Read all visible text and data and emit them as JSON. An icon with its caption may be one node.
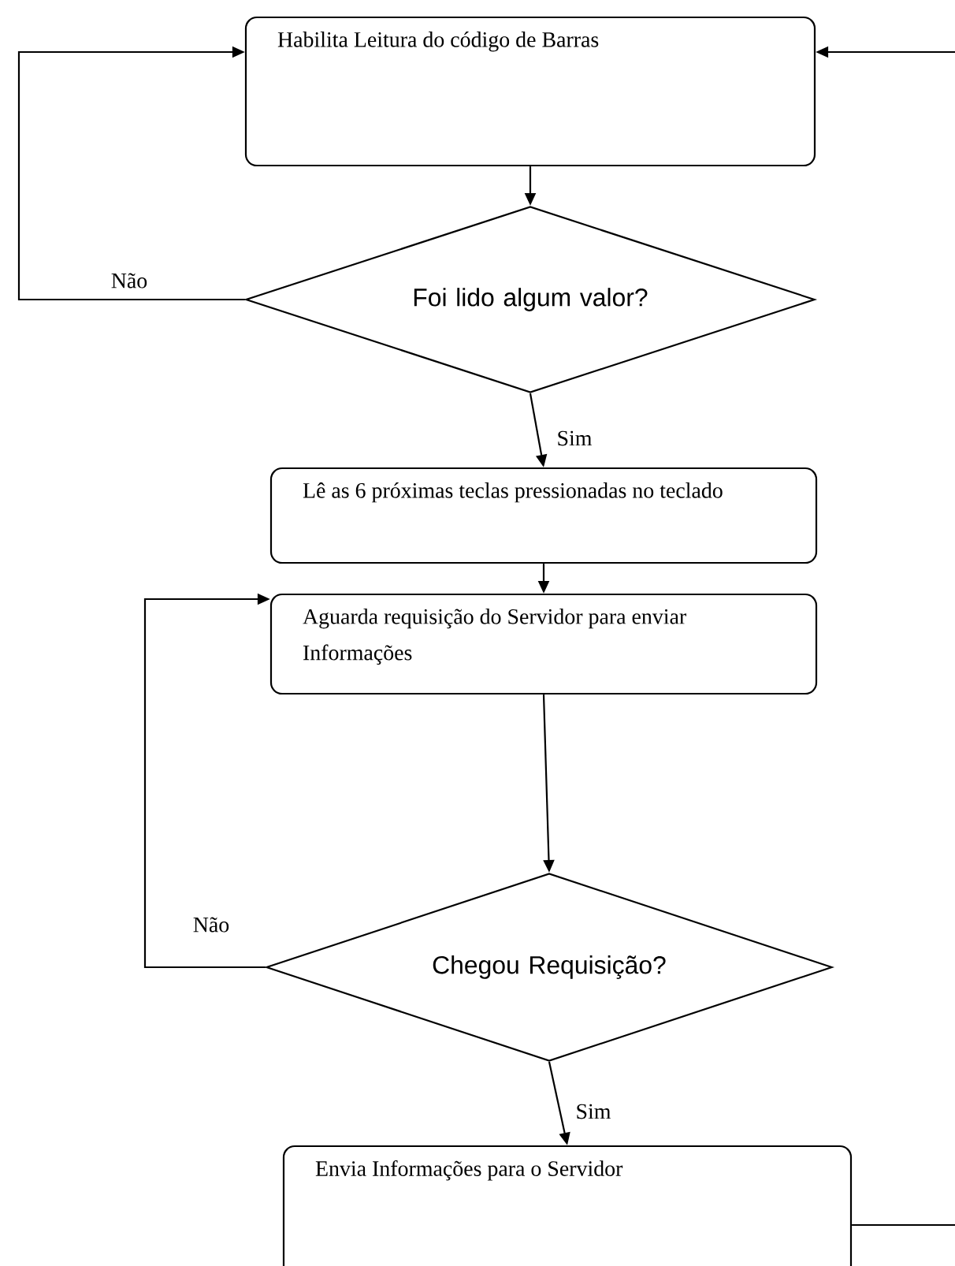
{
  "diagram": {
    "nodes": [
      {
        "text": [
          "Habilita Leitura do código de Barras"
        ]
      },
      {
        "text": [
          "Foi lido algum valor?"
        ]
      },
      {
        "text": [
          "Lê as 6 próximas teclas pressionadas no teclado"
        ]
      },
      {
        "text": [
          "Aguarda requisição do Servidor para enviar Informações"
        ]
      },
      {
        "text": [
          "Chegou Requisição?"
        ]
      },
      {
        "text": [
          "Envia Informações para o Servidor"
        ]
      }
    ],
    "edges": [
      {
        "from": 0,
        "to": 1,
        "arrow": "to"
      },
      {
        "from": 1,
        "to": 2,
        "arrow": "to",
        "label": "Sim"
      },
      {
        "from": 1,
        "to": 0,
        "arrow": "to",
        "label": "Não"
      },
      {
        "from": 2,
        "to": 3,
        "arrow": "to"
      },
      {
        "from": 3,
        "to": 4,
        "arrow": "to"
      },
      {
        "from": 4,
        "to": 5,
        "arrow": "to",
        "label": "Sim"
      },
      {
        "from": 4,
        "to": 3,
        "arrow": "to",
        "label": "Não"
      },
      {
        "from": 5,
        "to": 0,
        "arrow": "to"
      }
    ]
  }
}
